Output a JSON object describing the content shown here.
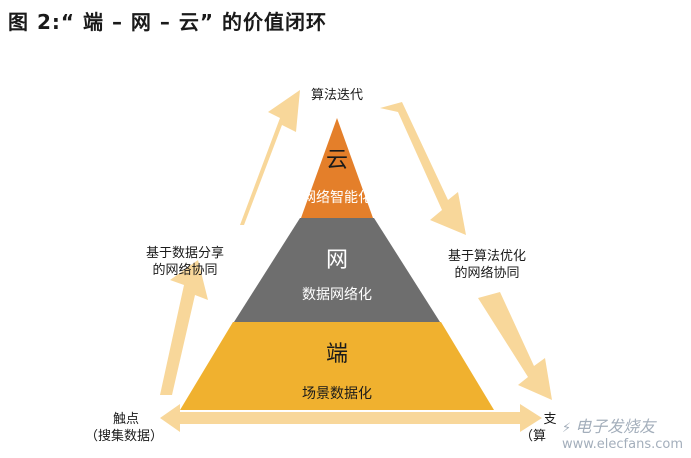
{
  "title": "图 2:“ 端 – 网 – 云” 的价值闭环",
  "pyramid": {
    "top": {
      "name": "云",
      "caption": "网络智能化",
      "color": "#E47F2A"
    },
    "middle": {
      "name": "网",
      "caption": "数据网络化",
      "color": "#6E6E6E"
    },
    "bottom": {
      "name": "端",
      "caption": "场景数据化",
      "color": "#F0B12F"
    }
  },
  "cycle": {
    "top_node": "算法迭代",
    "left_edge": [
      "基于数据分享",
      "的网络协同"
    ],
    "right_edge": [
      "基于算法优化",
      "的网络协同"
    ],
    "bottom_left": [
      "触点",
      "（搜集数据）"
    ],
    "bottom_right": [
      "支",
      "（算"
    ]
  },
  "arrow_color": "#F8D79A",
  "watermark": {
    "brand": "电子发烧友",
    "url": "www.elecfans.com"
  }
}
